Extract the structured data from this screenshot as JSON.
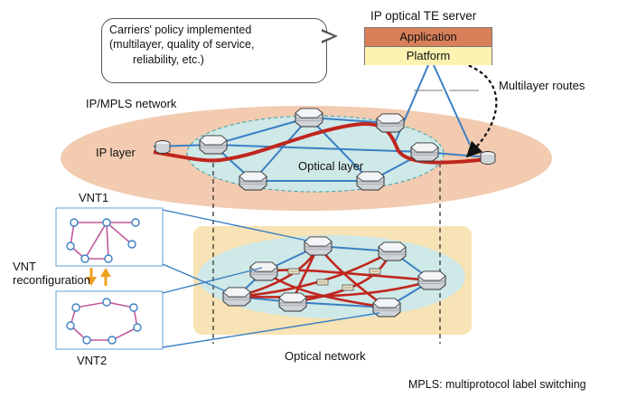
{
  "server": {
    "title": "IP optical TE server",
    "application": "Application",
    "platform": "Platform"
  },
  "callout": {
    "line1": "Carriers' policy implemented",
    "line2": "(multilayer, quality of service,",
    "line3": "reliability, etc.)"
  },
  "labels": {
    "multilayer_routes": "Multilayer  routes",
    "ip_mpls_network": "IP/MPLS network",
    "ip_layer": "IP layer",
    "optical_layer": "Optical layer",
    "vnt1": "VNT1",
    "vnt2": "VNT2",
    "vnt_reconfig_line1": "VNT",
    "vnt_reconfig_line2": "reconfiguration",
    "optical_network": "Optical network",
    "footnote": "MPLS: multiprotocol label switching"
  },
  "colors": {
    "ip_ellipse": "#f2cbb0",
    "optical_ellipse": "#cfe8e8",
    "optical_panel": "#f7e3b5",
    "red_path": "#c0261e",
    "blue_link": "#3a7fc4",
    "vnt_link": "#c05a9a",
    "arrow_orange": "#f0a020",
    "application_fill": "#d9805a",
    "platform_fill": "#fdf3b0"
  }
}
